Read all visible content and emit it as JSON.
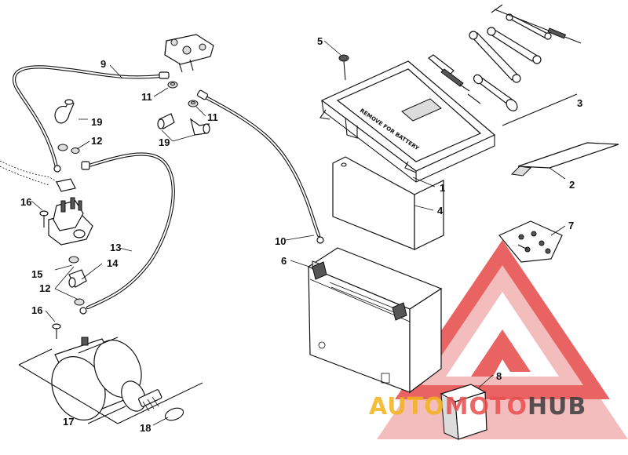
{
  "diagram": {
    "callouts": [
      {
        "id": "c1",
        "label": "1"
      },
      {
        "id": "c2",
        "label": "2"
      },
      {
        "id": "c3",
        "label": "3"
      },
      {
        "id": "c4",
        "label": "4"
      },
      {
        "id": "c5",
        "label": "5"
      },
      {
        "id": "c6",
        "label": "6"
      },
      {
        "id": "c7",
        "label": "7"
      },
      {
        "id": "c8",
        "label": "8"
      },
      {
        "id": "c9",
        "label": "9"
      },
      {
        "id": "c10",
        "label": "10"
      },
      {
        "id": "c11a",
        "label": "11"
      },
      {
        "id": "c11b",
        "label": "11"
      },
      {
        "id": "c12a",
        "label": "12"
      },
      {
        "id": "c12b",
        "label": "12"
      },
      {
        "id": "c13",
        "label": "13"
      },
      {
        "id": "c14",
        "label": "14"
      },
      {
        "id": "c15",
        "label": "15"
      },
      {
        "id": "c16a",
        "label": "16"
      },
      {
        "id": "c16b",
        "label": "16"
      },
      {
        "id": "c17",
        "label": "17"
      },
      {
        "id": "c18",
        "label": "18"
      },
      {
        "id": "c19a",
        "label": "19"
      },
      {
        "id": "c19b",
        "label": "19"
      }
    ],
    "tray_label": "REMOVE FOR BATTERY"
  },
  "watermark": {
    "part1": "AUTO",
    "part2": "MOTO",
    "part3": "HUB",
    "color_primary": "#e84e4e",
    "color_secondary": "#f3b21b",
    "color_dark": "#3c3c3c"
  }
}
